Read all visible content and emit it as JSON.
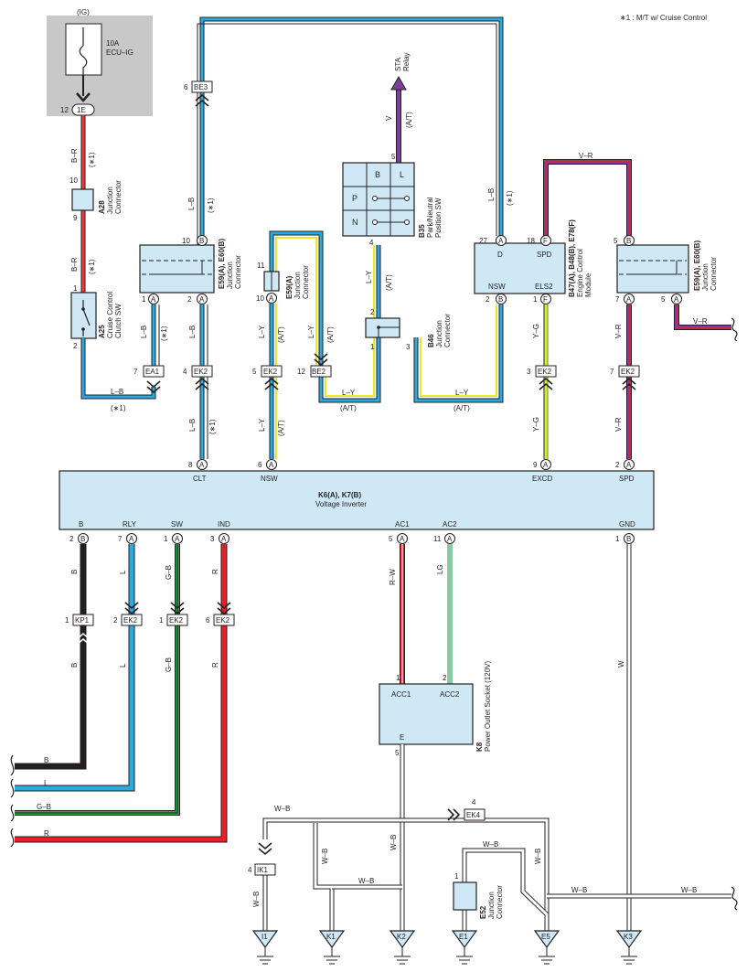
{
  "note": "∗1 : M/T w/ Cruise Control",
  "fuse": {
    "ig": "(IG)",
    "rating": "10A",
    "name": "ECU–IG",
    "pin": "12",
    "connector": "1E"
  },
  "colors": {
    "fill": "#cfe8f6",
    "L-B": "#29aae1",
    "B-R": "#ee3b3b",
    "L-Y": "#29aae1",
    "V": "#7b3f98",
    "V-R": "#7b3f98",
    "Y-G": "#e8e82a",
    "B": "#231f20",
    "L": "#29aae1",
    "G-B": "#2e9e4f",
    "R": "#ee1c25",
    "R-W": "#ee1c25",
    "LG": "#86cca0",
    "W": "#ffffff",
    "W-B": "#ffffff"
  },
  "wires": {
    "bR": "B–R",
    "lB": "L–B",
    "lY": "L–Y",
    "v": "V",
    "vR": "V–R",
    "yG": "Y–G",
    "b": "B",
    "l": "L",
    "gB": "G–B",
    "r": "R",
    "rW": "R–W",
    "lg": "LG",
    "w": "W",
    "wB": "W–B"
  },
  "marks": {
    "star1": "(∗1)",
    "at": "(A/T)"
  },
  "relay": {
    "sta": "STA",
    "relay": "Relay"
  },
  "a28": {
    "code": "A28",
    "l1": "Junction",
    "l2": "Connector",
    "p10": "10",
    "p9": "9"
  },
  "a25": {
    "code": "A25",
    "l1": "Cruise Control",
    "l2": "Clutch SW",
    "p1": "1",
    "p2": "2"
  },
  "e59l": {
    "code": "E59(A), E60(B)",
    "l1": "Junction",
    "l2": "Connector",
    "p10": "10",
    "p1": "1",
    "p2": "2",
    "pB": "B",
    "pA": "A"
  },
  "e59m": {
    "code": "E59(A)",
    "l1": "Junction",
    "l2": "Connector",
    "p11": "11",
    "p10": "10",
    "pA": "A"
  },
  "b35": {
    "code": "B35",
    "l1": "Park/Neutral",
    "l2": "Position SW",
    "colB": "B",
    "colL": "L",
    "rowP": "P",
    "rowN": "N",
    "p5": "5",
    "p4": "4"
  },
  "b46": {
    "code": "B46",
    "l1": "Junction",
    "l2": "Connector",
    "p2": "2",
    "p1": "1",
    "p3": "3"
  },
  "ecm": {
    "code": "B47(A), B48(B), E78(F)",
    "l1": "Engine Control",
    "l2": "Module",
    "p27": "27",
    "p18": "18",
    "p2": "2",
    "p1": "1",
    "pA": "A",
    "pF": "F",
    "pB": "B",
    "d": "D",
    "spd": "SPD",
    "nsw": "NSW",
    "els2": "ELS2"
  },
  "e59r": {
    "code": "E59(A), E60(B)",
    "l1": "Junction",
    "l2": "Connector",
    "p5": "5",
    "p7": "7",
    "p5b": "5",
    "pB": "B",
    "pA": "A"
  },
  "inv": {
    "title": "K6(A), K7(B)",
    "name": "Voltage Inverter",
    "clt": "CLT",
    "nsw": "NSW",
    "excd": "EXCD",
    "spd": "SPD",
    "b": "B",
    "rly": "RLY",
    "sw": "SW",
    "ind": "IND",
    "ac1": "AC1",
    "ac2": "AC2",
    "gnd": "GND",
    "p8": "8",
    "p6": "6",
    "p9": "9",
    "p2": "2",
    "p2b": "2",
    "p7": "7",
    "p1": "1",
    "p3": "3",
    "p5": "5",
    "p11": "11",
    "p1b": "1",
    "pA": "A",
    "pB": "B"
  },
  "k8": {
    "code": "K8",
    "name": "Power Outlet Socket (120V)",
    "acc1": "ACC1",
    "acc2": "ACC2",
    "e": "E",
    "p1": "1",
    "p2": "2",
    "p5": "5"
  },
  "e52": {
    "code": "E52",
    "l1": "Junction",
    "l2": "Connector",
    "p1": "1"
  },
  "tags": {
    "be3": "BE3",
    "ea1": "EA1",
    "ek2": "EK2",
    "be2": "BE2",
    "kp1": "KP1",
    "ik1": "IK1",
    "ek4": "EK4"
  },
  "tagPins": {
    "six": "6",
    "seven": "7",
    "four": "4",
    "five": "5",
    "twelve": "12",
    "three": "3",
    "one": "1",
    "two": "2"
  },
  "grounds": [
    "I1",
    "K1",
    "K2",
    "E1",
    "E5",
    "K3"
  ]
}
